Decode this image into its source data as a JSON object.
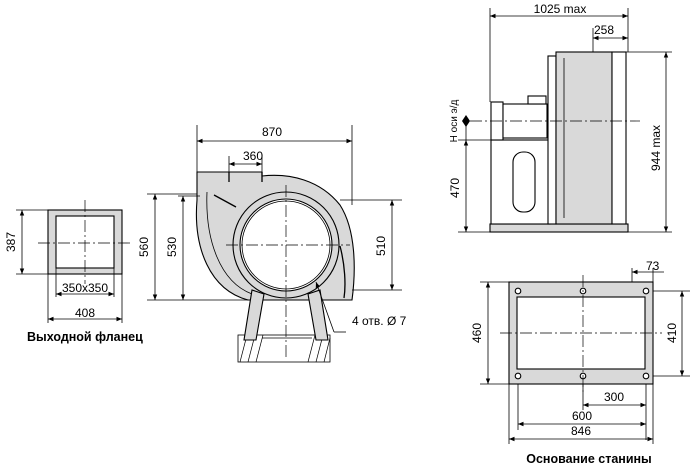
{
  "flange": {
    "dim_height": "387",
    "dim_inner": "350x350",
    "dim_width": "408",
    "caption": "Выходной фланец"
  },
  "front_view": {
    "dim_top_width": "870",
    "dim_outlet": "360",
    "dim_height_560": "560",
    "dim_height_530": "530",
    "dim_right_510": "510",
    "holes_note": "4 отв. Ø 7"
  },
  "side_view": {
    "dim_overall_length": "1025  max",
    "dim_258": "258",
    "dim_shaft_label": "H оси э/д",
    "dim_470": "470",
    "dim_944": "944 max"
  },
  "base": {
    "dim_73": "73",
    "dim_460": "460",
    "dim_410": "410",
    "dim_300": "300",
    "dim_600": "600",
    "dim_846": "846",
    "caption": "Основание станины"
  }
}
